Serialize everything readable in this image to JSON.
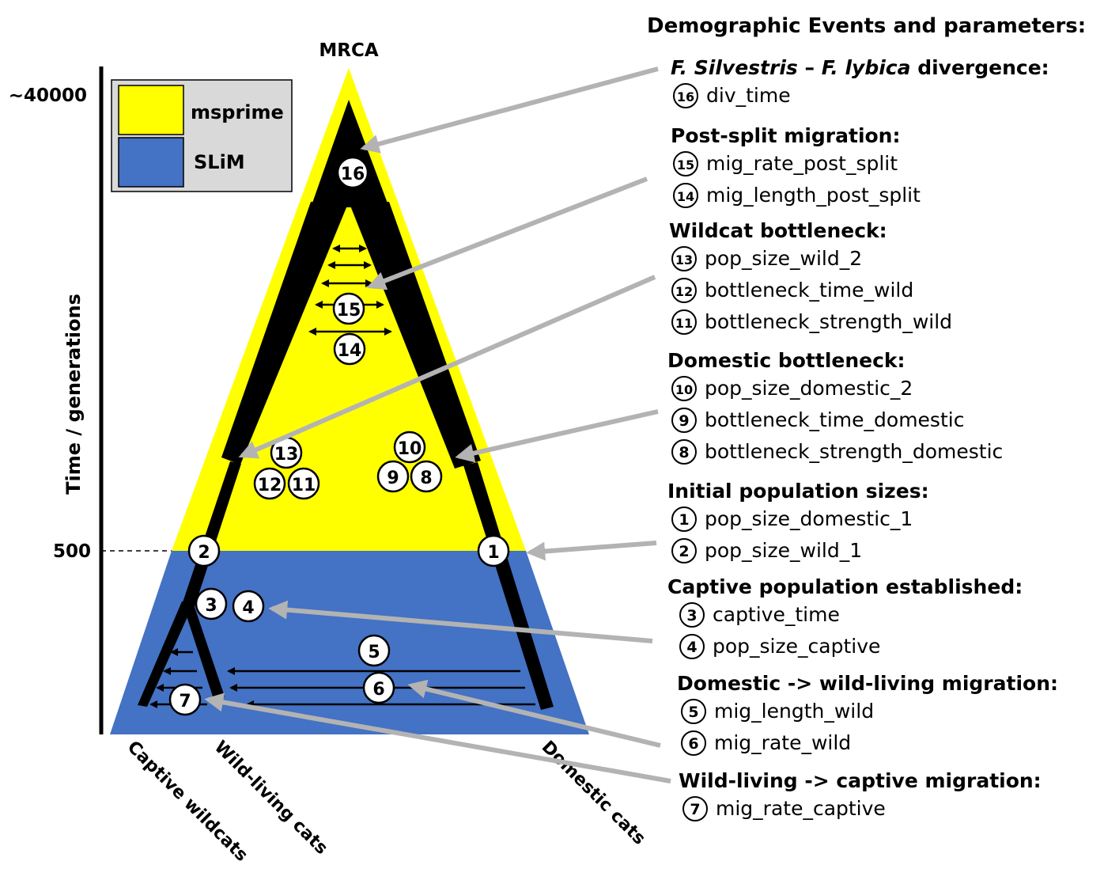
{
  "diagram": {
    "root_label": "MRCA",
    "time_axis": {
      "label": "Time / generations",
      "tick_top": "~40000",
      "tick_mid": "500"
    },
    "legend": [
      {
        "label": "msprime",
        "color": "#ffff00"
      },
      {
        "label": "SLiM",
        "color": "#4472c4"
      }
    ],
    "colors": {
      "msprime": "#ffff00",
      "slim": "#4472c4",
      "lineage": "#000000",
      "pointer_arrow": "#b3b3b3"
    },
    "leaf_labels": {
      "captive": "Captive wildcats",
      "wild": "Wild-living cats",
      "domestic": "Domestic cats"
    },
    "markers": [
      "16",
      "15",
      "14",
      "13",
      "12",
      "11",
      "10",
      "9",
      "8",
      "1",
      "2",
      "3",
      "4",
      "5",
      "6",
      "7"
    ]
  },
  "events_panel": {
    "header": "Demographic Events and parameters:",
    "sections": [
      {
        "title_italic_1": "F. Silvestris",
        "title_sep": " – ",
        "title_italic_2": "F. lybica",
        "title_rest": " divergence:",
        "params": [
          {
            "num": "16",
            "name": "div_time"
          }
        ]
      },
      {
        "title": "Post-split migration:",
        "params": [
          {
            "num": "15",
            "name": "mig_rate_post_split"
          },
          {
            "num": "14",
            "name": "mig_length_post_split"
          }
        ]
      },
      {
        "title": "Wildcat bottleneck:",
        "params": [
          {
            "num": "13",
            "name": "pop_size_wild_2"
          },
          {
            "num": "12",
            "name": "bottleneck_time_wild"
          },
          {
            "num": "11",
            "name": "bottleneck_strength_wild"
          }
        ]
      },
      {
        "title": "Domestic bottleneck:",
        "params": [
          {
            "num": "10",
            "name": "pop_size_domestic_2"
          },
          {
            "num": "9",
            "name": "bottleneck_time_domestic"
          },
          {
            "num": "8",
            "name": "bottleneck_strength_domestic"
          }
        ]
      },
      {
        "title": "Initial population sizes:",
        "params": [
          {
            "num": "1",
            "name": "pop_size_domestic_1"
          },
          {
            "num": "2",
            "name": "pop_size_wild_1"
          }
        ]
      },
      {
        "title": "Captive population established:",
        "params": [
          {
            "num": "3",
            "name": "captive_time"
          },
          {
            "num": "4",
            "name": "pop_size_captive"
          }
        ]
      },
      {
        "title": "Domestic -> wild-living migration:",
        "params": [
          {
            "num": "5",
            "name": "mig_length_wild"
          },
          {
            "num": "6",
            "name": "mig_rate_wild"
          }
        ]
      },
      {
        "title": "Wild-living -> captive migration:",
        "params": [
          {
            "num": "7",
            "name": "mig_rate_captive"
          }
        ]
      }
    ]
  }
}
